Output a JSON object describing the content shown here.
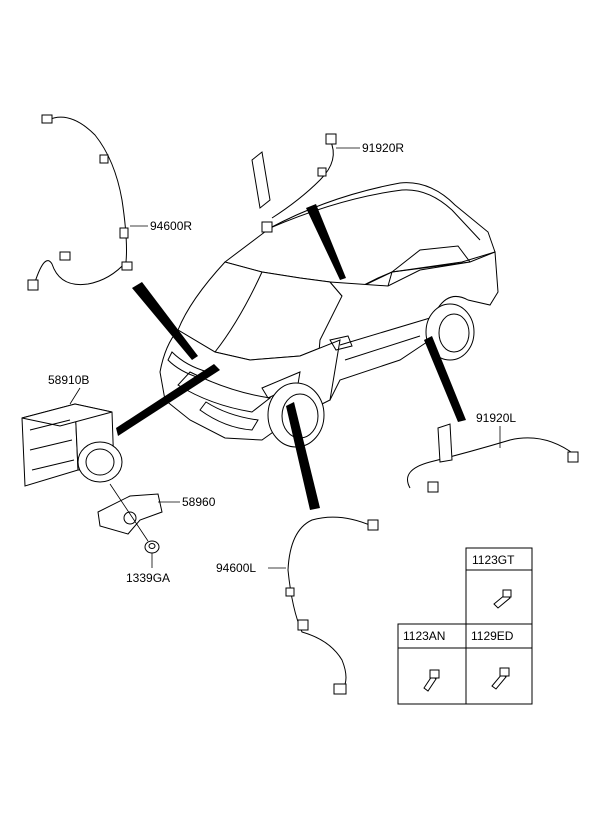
{
  "parts": {
    "sensor_front_right": "94600R",
    "sensor_rear_right": "91920R",
    "abs_module": "58910B",
    "bracket": "58960",
    "nut": "1339GA",
    "sensor_front_left": "94600L",
    "sensor_rear_left": "91920L"
  },
  "fastener_table": {
    "top_cell": "1123GT",
    "bottom_left_cell": "1123AN",
    "bottom_right_cell": "1129ED"
  }
}
